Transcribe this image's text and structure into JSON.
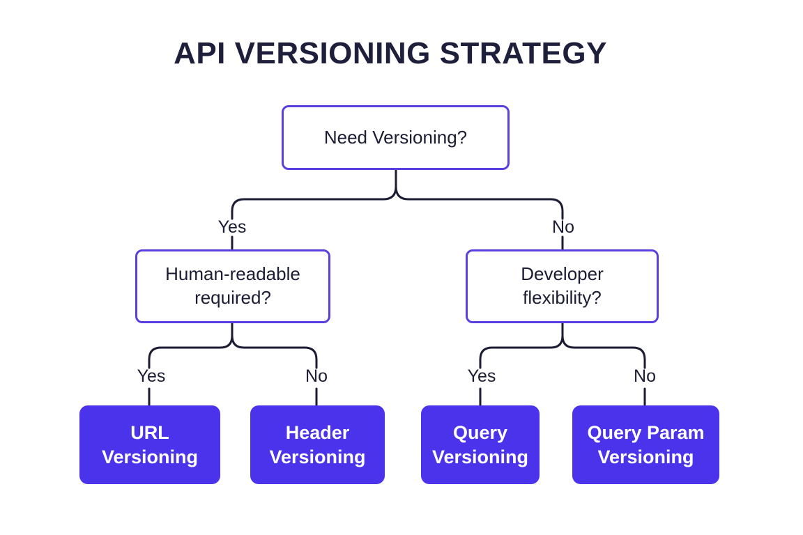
{
  "title": "API VERSIONING STRATEGY",
  "nodes": {
    "root": "Need Versioning?",
    "human_readable": "Human-readable\nrequired?",
    "developer_flexibility": "Developer\nflexibility?",
    "url_versioning": "URL\nVersioning",
    "header_versioning": "Header\nVersioning",
    "query_versioning": "Query\nVersioning",
    "query_param_versioning": "Query Param\nVersioning"
  },
  "edges": {
    "root_yes": "Yes",
    "root_no": "No",
    "human_yes": "Yes",
    "human_no": "No",
    "dev_yes": "Yes",
    "dev_no": "No"
  },
  "colors": {
    "accent": "#4b33ec",
    "border": "#5a3fe0",
    "line": "#1b1c33"
  }
}
